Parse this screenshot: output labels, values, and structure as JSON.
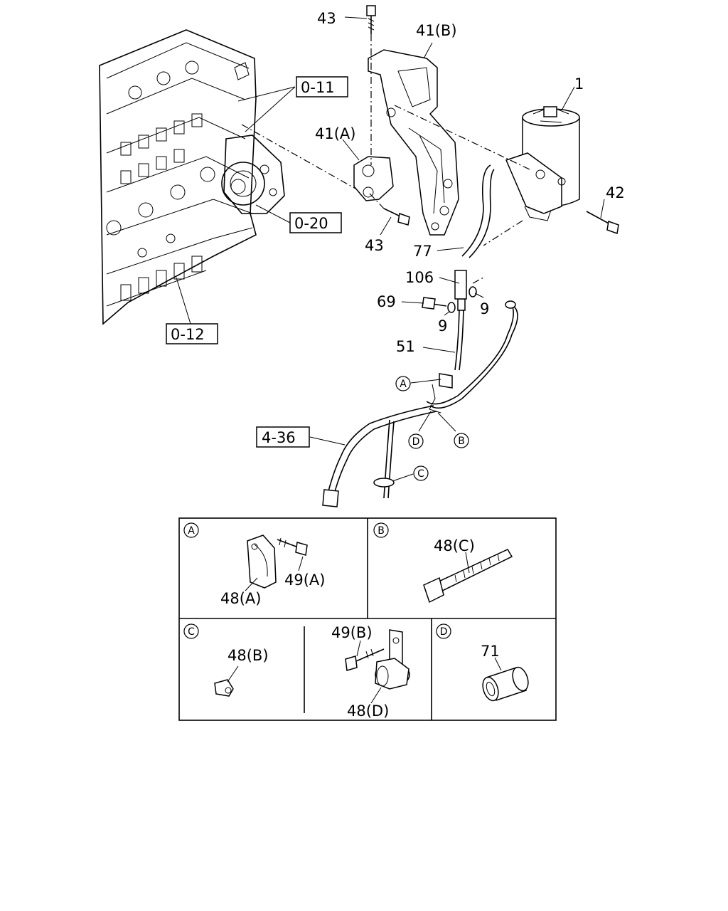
{
  "callouts": {
    "p43_top": "43",
    "p41B": "41(B)",
    "p1": "1",
    "p41A": "41(A)",
    "p42": "42",
    "p43_bottom": "43",
    "p77": "77",
    "p106": "106",
    "p69": "69",
    "p9_right": "9",
    "p9_left": "9",
    "p51": "51"
  },
  "ref_boxes": {
    "r011": "0-11",
    "r020": "0-20",
    "r012": "0-12",
    "r436": "4-36"
  },
  "circle_markers": {
    "A": "A",
    "B": "B",
    "C": "C",
    "D": "D"
  },
  "detail_panels": {
    "A": {
      "marker": "A",
      "part1": "49(A)",
      "part2": "48(A)"
    },
    "B": {
      "marker": "B",
      "part1": "48(C)"
    },
    "C": {
      "marker": "C",
      "part1": "48(B)",
      "part2": "49(B)",
      "part3": "48(D)"
    },
    "D": {
      "marker": "D",
      "part1": "71"
    }
  }
}
